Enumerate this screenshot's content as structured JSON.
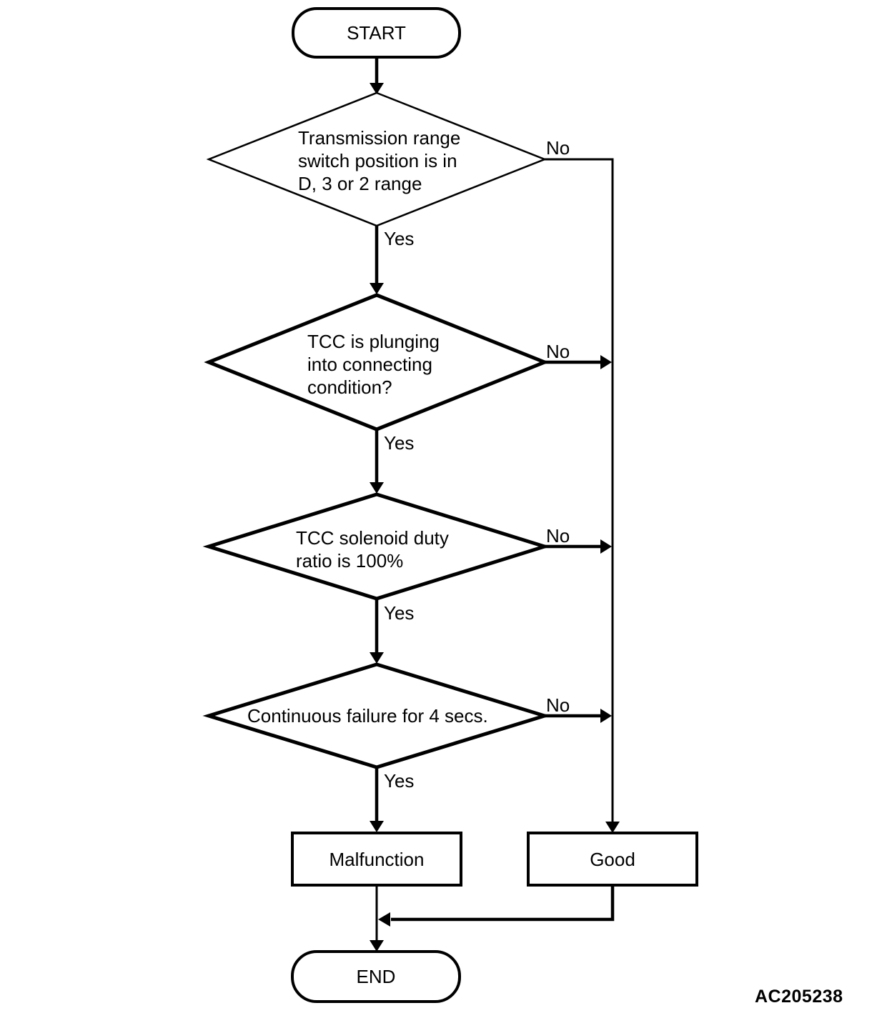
{
  "colors": {
    "ink": "#000000",
    "background": "#ffffff"
  },
  "figure_code": "AC205238",
  "flowchart": {
    "start": {
      "label": "START"
    },
    "decisions": [
      {
        "id": "d1",
        "lines": [
          "Transmission range",
          "switch position is in",
          "D, 3 or 2 range"
        ]
      },
      {
        "id": "d2",
        "lines": [
          "TCC is plunging",
          "into connecting",
          "condition?"
        ]
      },
      {
        "id": "d3",
        "lines": [
          "TCC solenoid duty",
          "ratio is 100%"
        ]
      },
      {
        "id": "d4",
        "lines": [
          "Continuous failure for 4 secs."
        ]
      }
    ],
    "results": {
      "malfunction": "Malfunction",
      "good": "Good"
    },
    "end": {
      "label": "END"
    },
    "branch_labels": {
      "yes": "Yes",
      "no": "No"
    },
    "edges": [
      {
        "from": "START",
        "to": "d1",
        "label": ""
      },
      {
        "from": "d1",
        "to": "d2",
        "label": "Yes"
      },
      {
        "from": "d1",
        "to": "Good",
        "label": "No"
      },
      {
        "from": "d2",
        "to": "d3",
        "label": "Yes"
      },
      {
        "from": "d2",
        "to": "Good",
        "label": "No"
      },
      {
        "from": "d3",
        "to": "d4",
        "label": "Yes"
      },
      {
        "from": "d3",
        "to": "Good",
        "label": "No"
      },
      {
        "from": "d4",
        "to": "Malfunction",
        "label": "Yes"
      },
      {
        "from": "d4",
        "to": "Good",
        "label": "No"
      },
      {
        "from": "Malfunction",
        "to": "END",
        "label": ""
      },
      {
        "from": "Good",
        "to": "END",
        "label": ""
      }
    ]
  }
}
